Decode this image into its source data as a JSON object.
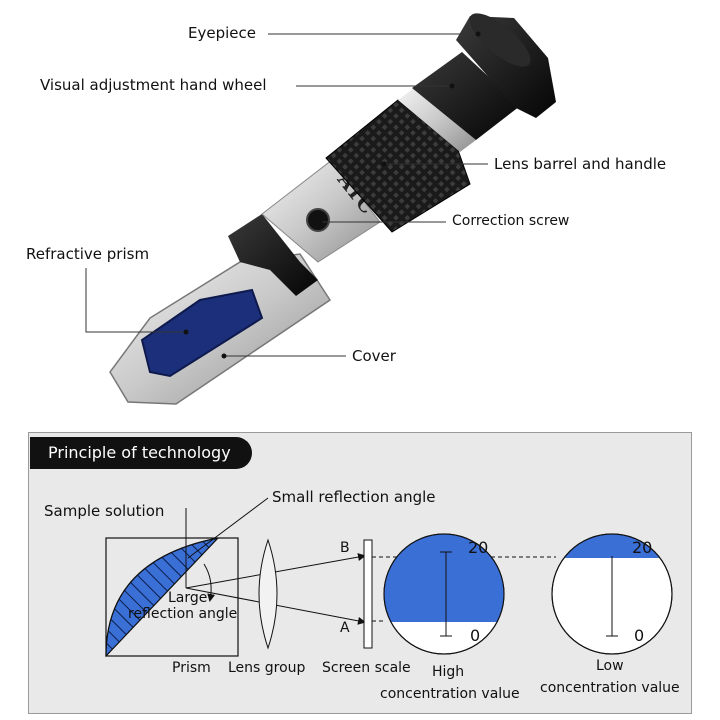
{
  "product_labels": {
    "eyepiece": "Eyepiece",
    "hand_wheel": "Visual adjustment hand wheel",
    "lens_barrel": "Lens barrel and handle",
    "correction_screw": "Correction screw",
    "refractive_prism": "Refractive prism",
    "cover": "Cover",
    "atc_marking": "ATC"
  },
  "principle": {
    "title": "Principle of technology",
    "sample_solution": "Sample solution",
    "small_angle": "Small reflection angle",
    "large_angle_1": "Large",
    "large_angle_2": "reflection angle",
    "prism": "Prism",
    "lens_group": "Lens group",
    "screen_scale": "Screen scale",
    "point_b": "B",
    "point_a": "A",
    "high_1": "High",
    "high_2": "concentration value",
    "low_1": "Low",
    "low_2": "concentration value",
    "scale_top": "20",
    "scale_bottom": "0",
    "scale_top_2": "20",
    "scale_bottom_2": "0"
  },
  "colors": {
    "accent_blue": "#3a6fd6",
    "prism_blue": "#1e3a8a",
    "panel_bg": "#e9e9e9",
    "dark": "#111111"
  }
}
